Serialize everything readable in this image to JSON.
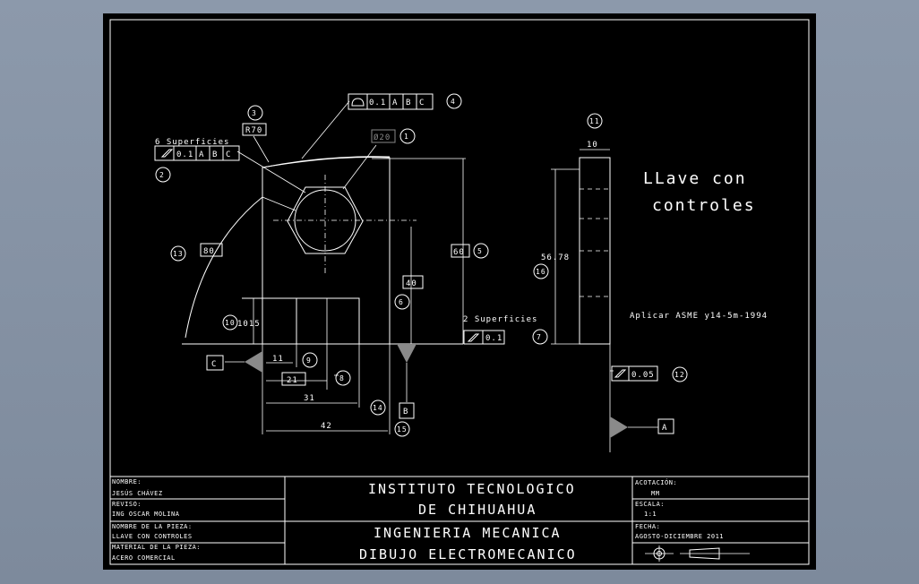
{
  "drawing": {
    "title_line1": "LLave con",
    "title_line2": "controles",
    "note": "Aplicar ASME y14-5m-1994",
    "dims": {
      "d10": "10",
      "d56": "56.78",
      "d60": "60",
      "d40": "40",
      "d11": "11",
      "d21": "21",
      "d31": "31",
      "d42": "42",
      "d1015": "1015",
      "d80": "80",
      "r70": "R70",
      "dia": "Ø20"
    },
    "surfaces6": "6 Superficies",
    "surfaces2": "2 Superficies",
    "fcf": {
      "top": [
        "0.1",
        "A",
        "B",
        "C"
      ],
      "left": [
        "0.1",
        "A",
        "B",
        "C"
      ],
      "mid": [
        "0.1"
      ],
      "right": [
        "0.05"
      ]
    },
    "datums": {
      "a": "A",
      "b": "B",
      "c": "C"
    },
    "balloons": [
      "1",
      "2",
      "3",
      "4",
      "5",
      "6",
      "7",
      "8",
      "9",
      "10",
      "11",
      "12",
      "13",
      "14",
      "15",
      "16"
    ]
  },
  "title_block": {
    "nombre_label": "NOMBRE:",
    "nombre_value": "JESÚS CHÁVEZ",
    "reviso_label": "REVISO:",
    "reviso_value": "ING OSCAR MOLINA",
    "pieza_label": "NOMBRE DE LA PIEZA:",
    "pieza_value": "LLAVE CON CONTROLES",
    "material_label": "MATERIAL DE LA PIEZA:",
    "material_value": "ACERO COMERCIAL",
    "inst_line1": "INSTITUTO TECNOLOGICO",
    "inst_line2": "DE CHIHUAHUA",
    "dept_line1": "INGENIERIA  MECANICA",
    "dept_line2": "DIBUJO ELECTROMECANICO",
    "acotacion_label": "ACOTACIÓN:",
    "acotacion_value": "MM",
    "escala_label": "ESCALA:",
    "escala_value": "1:1",
    "fecha_label": "FECHA:",
    "fecha_value": "AGOSTO-DICIEMBRE 2011"
  }
}
